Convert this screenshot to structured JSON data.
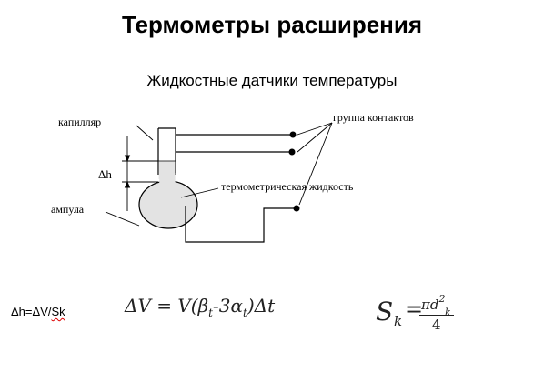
{
  "slide": {
    "title": "Термометры расширения",
    "subtitle": "Жидкостные датчики  температуры"
  },
  "diagram": {
    "labels": {
      "capillary": "капилляр",
      "contact_group": "группа  контактов",
      "delta_h": "Δh",
      "ampoule": "ампула",
      "thermometric_liquid": "термометрическая жидкость"
    }
  },
  "formulas": {
    "dh_prefix": "Δh=ΔV/",
    "dh_suffix": "Sk",
    "volume_lhs": "ΔV",
    "volume_eq": " = V(β",
    "volume_beta_sub": "t",
    "volume_mid": "-3α",
    "volume_alpha_sub": "t",
    "volume_tail": ")Δt",
    "sk_lhs": "S",
    "sk_sub": "k",
    "sk_eq": "=",
    "sk_num_pi": "πd",
    "sk_num_sub": "k",
    "sk_num_sup": "2",
    "sk_den": "4"
  }
}
